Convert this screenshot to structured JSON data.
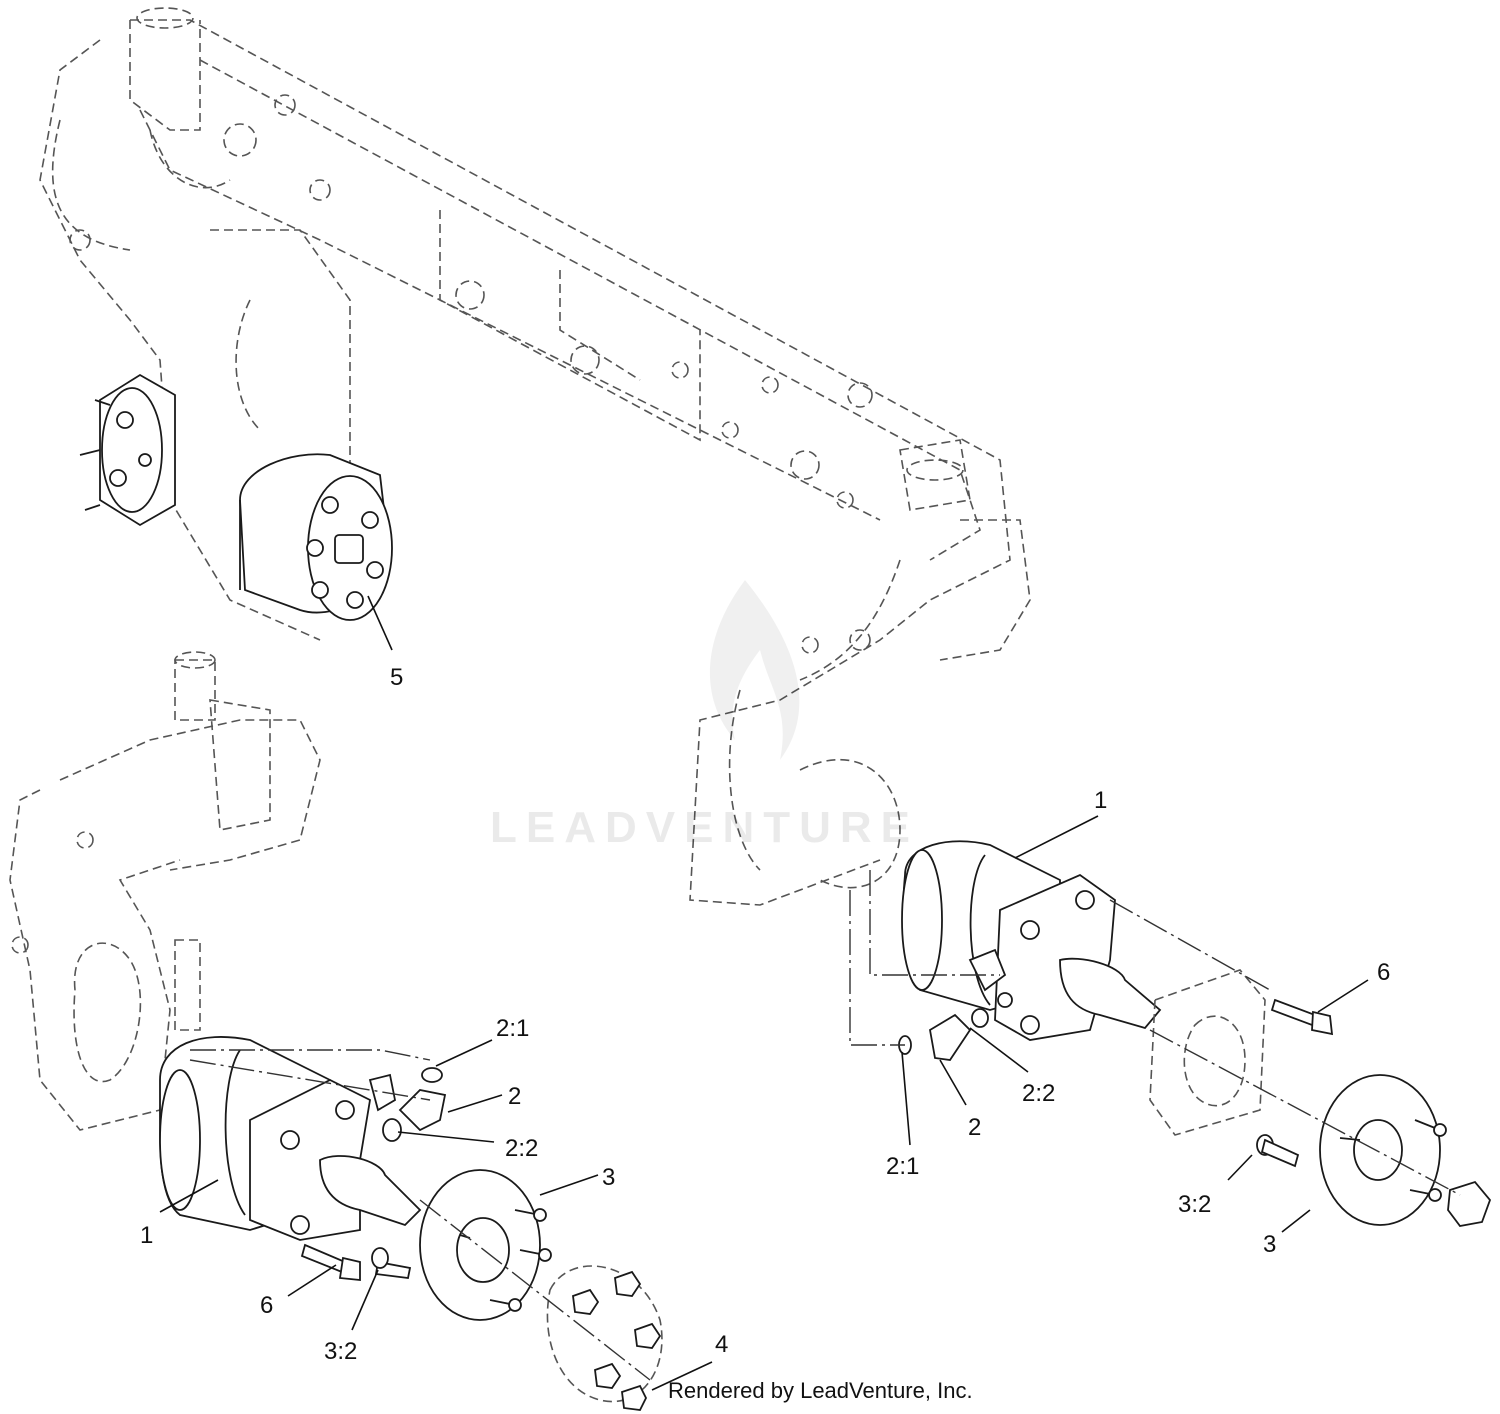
{
  "callouts": {
    "c5": "5",
    "c1_left": "1",
    "c1_right": "1",
    "c2_left": "2",
    "c2_right": "2",
    "c21_left": "2:1",
    "c21_right": "2:1",
    "c22_left": "2:2",
    "c22_right": "2:2",
    "c3_left": "3",
    "c3_right": "3",
    "c32_left": "3:2",
    "c32_right": "3:2",
    "c4": "4",
    "c6_left": "6",
    "c6_right": "6"
  },
  "watermark": {
    "text": "LEADVENTURE"
  },
  "footer": {
    "text": "Rendered by LeadVenture, Inc."
  }
}
